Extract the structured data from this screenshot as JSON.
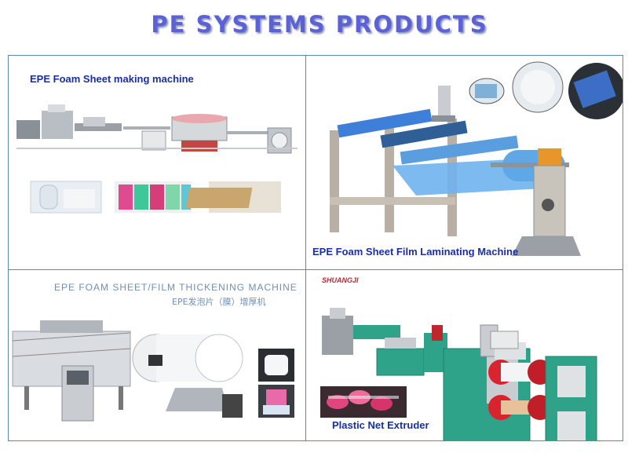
{
  "header": {
    "title": "PE SYSTEMS PRODUCTS"
  },
  "products": [
    {
      "label": "EPE Foam Sheet making machine"
    },
    {
      "label": "EPE Foam Sheet Film Laminating Machine"
    },
    {
      "label": "EPE FOAM SHEET/FILM THICKENING MACHINE",
      "sublabel": "EPE发泡片（膜）增厚机"
    },
    {
      "label": "Plastic Net Extruder",
      "brand": "SHUANGJI"
    }
  ],
  "colors": {
    "title": "#5a62d6",
    "label": "#1a2fa0",
    "border": "#5a86b8",
    "machine_teal": "#2fa38a",
    "machine_gray": "#b8bcc0",
    "brand_red": "#c0272d"
  }
}
